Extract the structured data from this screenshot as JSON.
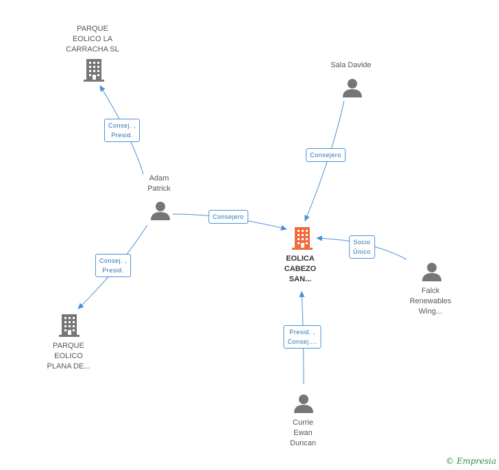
{
  "colors": {
    "edge": "#4a90d9",
    "node_gray": "#767676",
    "node_main": "#f26a3a"
  },
  "nodes": {
    "parque_carracha": {
      "label": "PARQUE\nEOLICO LA\nCARRACHA SL",
      "icon": "building-icon"
    },
    "sala_davide": {
      "label": "Sala Davide",
      "icon": "person-icon"
    },
    "adam_patrick": {
      "label": "Adam\nPatrick",
      "icon": "person-icon"
    },
    "eolica": {
      "label": "EOLICA\nCABEZO\nSAN...",
      "icon": "building-icon"
    },
    "falck": {
      "label": "Falck\nRenewables\nWing...",
      "icon": "person-icon"
    },
    "parque_plana": {
      "label": "PARQUE\nEOLICO\nPLANA DE...",
      "icon": "building-icon"
    },
    "currie": {
      "label": "Currie\nEwan\nDuncan",
      "icon": "person-icon"
    }
  },
  "edges": {
    "adam_to_carracha": "Consej. ,\nPresid.",
    "sala_to_eolica": "Consejero",
    "adam_to_eolica": "Consejero",
    "falck_to_eolica": "Socio\nÚnico",
    "adam_to_plana": "Consej. ,\nPresid.",
    "currie_to_eolica": "Presid. ,\nConsej...."
  },
  "footer": {
    "copyright": "©",
    "brand": "Empresia"
  }
}
